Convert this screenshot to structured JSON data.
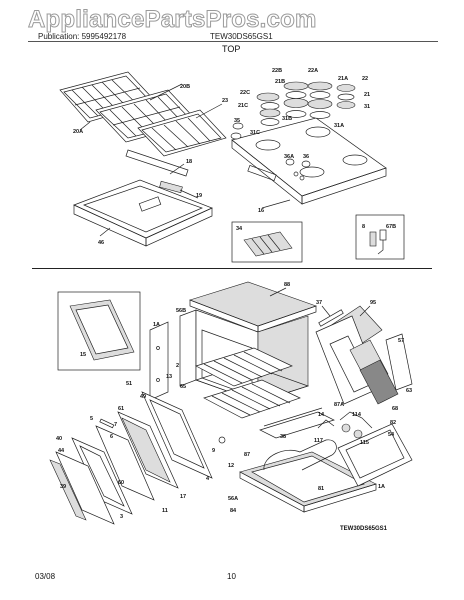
{
  "watermark": "AppliancePartsPros.com",
  "header": {
    "left": "Publication: 5995492178",
    "right": "TEW30DS65GS1",
    "subtitle": "TOP"
  },
  "model_code": "TEW30DS65GS1",
  "footer": {
    "date": "03/08",
    "page": "10"
  },
  "callouts": {
    "grate_a": "20A",
    "grate_b": "20B",
    "grate_c": "23",
    "burner_22b": "22B",
    "burner_22a": "22A",
    "burner_21b": "21B",
    "burner_21a": "21A",
    "burner_22": "22",
    "burner_22c": "22C",
    "burner_21c": "21C",
    "burner_21": "21",
    "burner_31": "31",
    "burner_31b": "31B",
    "burner_31c": "31C",
    "burner_31a": "31A",
    "knob_35": "35",
    "knob_36a": "36A",
    "knob_36": "36",
    "top_18": "18",
    "top_19": "19",
    "top_46": "46",
    "top_16": "16",
    "grill_34": "34",
    "inset_8": "8",
    "inset_67b": "67B",
    "o_88": "88",
    "o_37": "37",
    "o_95": "95",
    "o_56b": "56B",
    "o_1a": "1A",
    "o_15": "15",
    "o_2": "2",
    "o_13": "13",
    "o_65": "65",
    "o_57": "57",
    "o_63": "63",
    "o_87a": "87A",
    "o_68": "68",
    "o_51": "51",
    "o_49": "49",
    "o_61": "61",
    "o_5": "5",
    "o_7": "7",
    "o_6": "6",
    "o_40": "40",
    "o_44": "44",
    "o_39": "39",
    "o_87": "87",
    "o_117": "117",
    "o_114": "114",
    "o_115": "115",
    "o_14": "14",
    "o_82": "82",
    "o_12": "12",
    "o_9": "9",
    "o_17": "17",
    "o_11": "11",
    "o_4": "4",
    "o_56a": "56A",
    "o_84": "84",
    "o_81": "81",
    "o_1a_b": "1A",
    "o_60": "60",
    "o_38": "38",
    "o_3": "3",
    "o_54": "54"
  }
}
